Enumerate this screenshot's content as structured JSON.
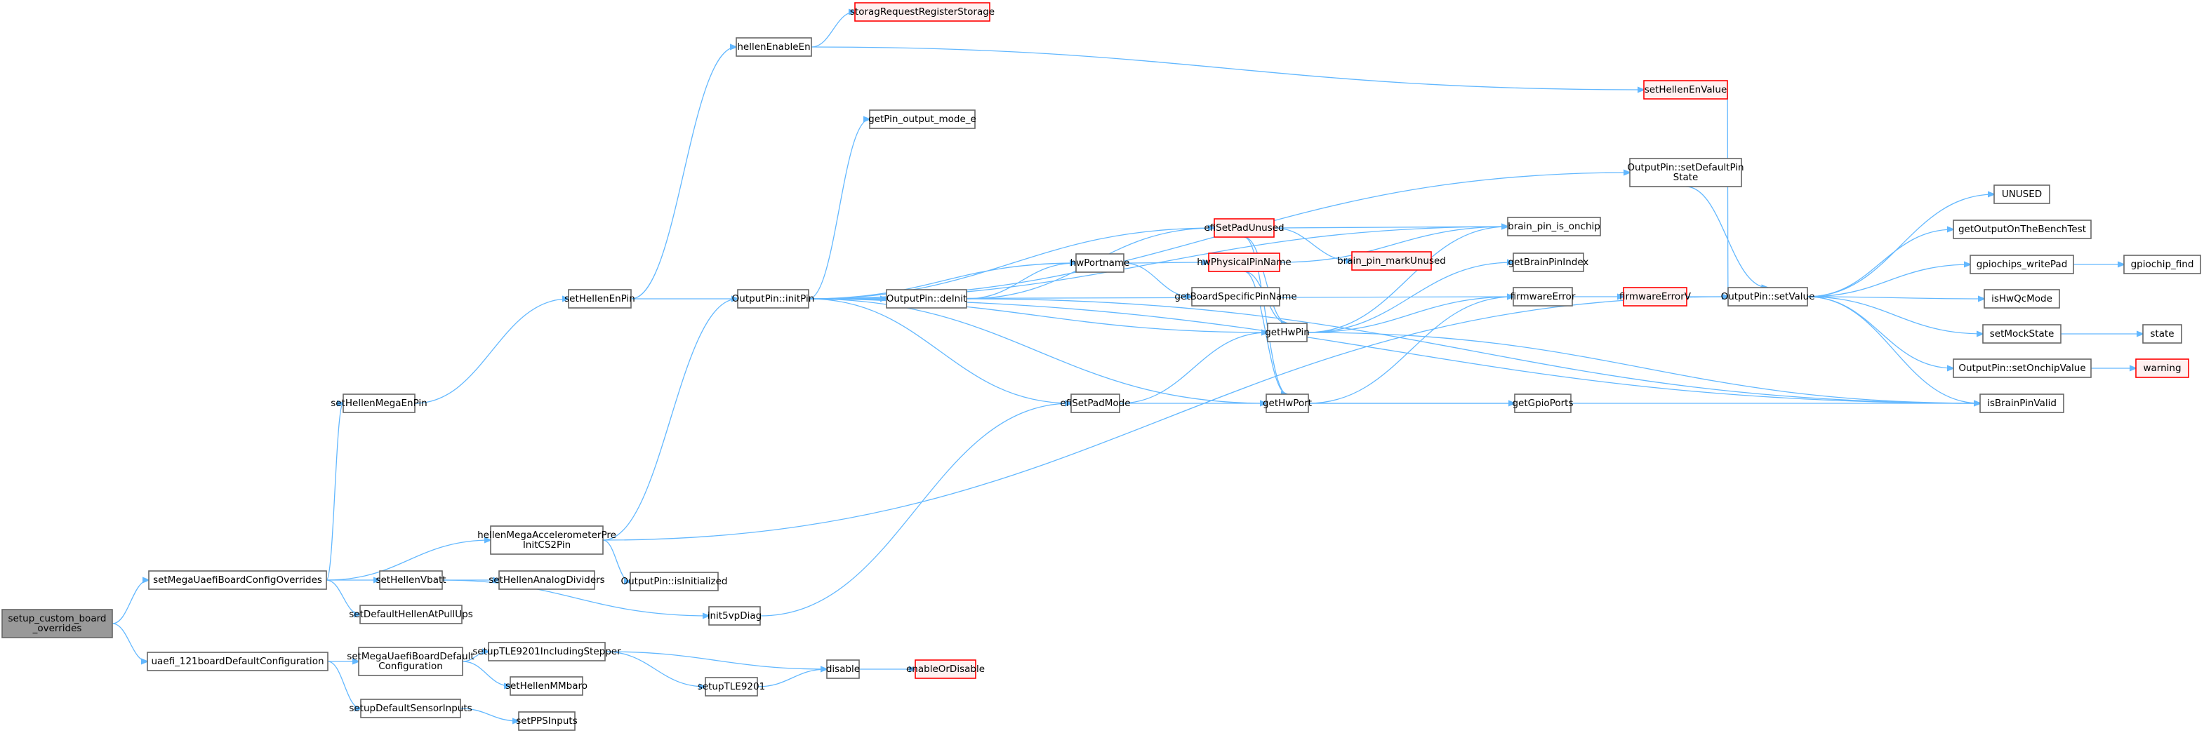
{
  "graph": {
    "type": "call-graph",
    "colors": {
      "edge": "#63b8ff",
      "root_fill": "#999999",
      "normal_fill": "#ffffff",
      "normal_border": "#666666",
      "missing_fill": "#fff0f0",
      "missing_border": "#ff0000"
    },
    "nodes": [
      {
        "id": "setup_custom_board_overrides",
        "label": [
          "setup_custom_board",
          "_overrides"
        ],
        "style": "root"
      },
      {
        "id": "setMegaUaefiBoardConfigOverrides",
        "label": [
          "setMegaUaefiBoardConfigOverrides"
        ],
        "style": "normal"
      },
      {
        "id": "uaefi_121boardDefaultConfiguration",
        "label": [
          "uaefi_121boardDefaultConfiguration"
        ],
        "style": "normal"
      },
      {
        "id": "setHellenMegaEnPin",
        "label": [
          "setHellenMegaEnPin"
        ],
        "style": "normal"
      },
      {
        "id": "hellenMegaAccelerometerPreInitCS2Pin",
        "label": [
          "hellenMegaAccelerometerPre",
          "InitCS2Pin"
        ],
        "style": "normal"
      },
      {
        "id": "setHellenVbatt",
        "label": [
          "setHellenVbatt"
        ],
        "style": "normal"
      },
      {
        "id": "setDefaultHellenAtPullUps",
        "label": [
          "setDefaultHellenAtPullUps"
        ],
        "style": "normal"
      },
      {
        "id": "setMegaUaefiBoardDefaultConfiguration",
        "label": [
          "setMegaUaefiBoardDefault",
          "Configuration"
        ],
        "style": "normal"
      },
      {
        "id": "setupDefaultSensorInputs",
        "label": [
          "setupDefaultSensorInputs"
        ],
        "style": "normal"
      },
      {
        "id": "setHellenEnPin",
        "label": [
          "setHellenEnPin"
        ],
        "style": "normal"
      },
      {
        "id": "hellenEnableEn",
        "label": [
          "hellenEnableEn"
        ],
        "style": "normal"
      },
      {
        "id": "OutputPin_initPin",
        "label": [
          "OutputPin::initPin"
        ],
        "style": "normal"
      },
      {
        "id": "setHellenAnalogDividers",
        "label": [
          "setHellenAnalogDividers"
        ],
        "style": "normal"
      },
      {
        "id": "OutputPin_isInitialized",
        "label": [
          "OutputPin::isInitialized"
        ],
        "style": "normal"
      },
      {
        "id": "init5vpDiag",
        "label": [
          "init5vpDiag"
        ],
        "style": "normal"
      },
      {
        "id": "setupTLE9201IncludingStepper",
        "label": [
          "setupTLE9201IncludingStepper"
        ],
        "style": "normal"
      },
      {
        "id": "setHellenMMbaro",
        "label": [
          "setHellenMMbaro"
        ],
        "style": "normal"
      },
      {
        "id": "setPPSInputs",
        "label": [
          "setPPSInputs"
        ],
        "style": "normal"
      },
      {
        "id": "storagRequestRegisterStorage",
        "label": [
          "storagRequestRegisterStorage"
        ],
        "style": "missing"
      },
      {
        "id": "getPin_output_mode_e",
        "label": [
          "getPin_output_mode_e"
        ],
        "style": "normal"
      },
      {
        "id": "OutputPin_deInit",
        "label": [
          "OutputPin::deInit"
        ],
        "style": "normal"
      },
      {
        "id": "efiSetPadMode",
        "label": [
          "efiSetPadMode"
        ],
        "style": "normal"
      },
      {
        "id": "setupTLE9201",
        "label": [
          "setupTLE9201"
        ],
        "style": "normal"
      },
      {
        "id": "disable",
        "label": [
          "disable"
        ],
        "style": "normal"
      },
      {
        "id": "enableOrDisable",
        "label": [
          "enableOrDisable"
        ],
        "style": "missing"
      },
      {
        "id": "hwPortname",
        "label": [
          "hwPortname"
        ],
        "style": "normal"
      },
      {
        "id": "efiSetPadUnused",
        "label": [
          "efiSetPadUnused"
        ],
        "style": "missing"
      },
      {
        "id": "hwPhysicalPinName",
        "label": [
          "hwPhysicalPinName"
        ],
        "style": "missing"
      },
      {
        "id": "getBoardSpecificPinName",
        "label": [
          "getBoardSpecificPinName"
        ],
        "style": "normal"
      },
      {
        "id": "brain_pin_markUnused",
        "label": [
          "brain_pin_markUnused"
        ],
        "style": "missing"
      },
      {
        "id": "getHwPin",
        "label": [
          "getHwPin"
        ],
        "style": "normal"
      },
      {
        "id": "getHwPort",
        "label": [
          "getHwPort"
        ],
        "style": "normal"
      },
      {
        "id": "brain_pin_is_onchip",
        "label": [
          "brain_pin_is_onchip"
        ],
        "style": "normal"
      },
      {
        "id": "getBrainPinIndex",
        "label": [
          "getBrainPinIndex"
        ],
        "style": "normal"
      },
      {
        "id": "firmwareError",
        "label": [
          "firmwareError"
        ],
        "style": "normal"
      },
      {
        "id": "getGpioPorts",
        "label": [
          "getGpioPorts"
        ],
        "style": "normal"
      },
      {
        "id": "setHellenEnValue",
        "label": [
          "setHellenEnValue"
        ],
        "style": "missing"
      },
      {
        "id": "OutputPin_setDefaultPinState",
        "label": [
          "OutputPin::setDefaultPin",
          "State"
        ],
        "style": "normal"
      },
      {
        "id": "firmwareErrorV",
        "label": [
          "firmwareErrorV"
        ],
        "style": "missing"
      },
      {
        "id": "OutputPin_setValue",
        "label": [
          "OutputPin::setValue"
        ],
        "style": "normal"
      },
      {
        "id": "UNUSED",
        "label": [
          "UNUSED"
        ],
        "style": "normal"
      },
      {
        "id": "getOutputOnTheBenchTest",
        "label": [
          "getOutputOnTheBenchTest"
        ],
        "style": "normal"
      },
      {
        "id": "gpiochips_writePad",
        "label": [
          "gpiochips_writePad"
        ],
        "style": "normal"
      },
      {
        "id": "gpiochip_find",
        "label": [
          "gpiochip_find"
        ],
        "style": "normal"
      },
      {
        "id": "isHwQcMode",
        "label": [
          "isHwQcMode"
        ],
        "style": "normal"
      },
      {
        "id": "setMockState",
        "label": [
          "setMockState"
        ],
        "style": "normal"
      },
      {
        "id": "state",
        "label": [
          "state"
        ],
        "style": "normal"
      },
      {
        "id": "OutputPin_setOnchipValue",
        "label": [
          "OutputPin::setOnchipValue"
        ],
        "style": "normal"
      },
      {
        "id": "warning",
        "label": [
          "warning"
        ],
        "style": "missing"
      },
      {
        "id": "isBrainPinValid",
        "label": [
          "isBrainPinValid"
        ],
        "style": "normal"
      }
    ],
    "edges": [
      [
        "setup_custom_board_overrides",
        "setMegaUaefiBoardConfigOverrides"
      ],
      [
        "setup_custom_board_overrides",
        "uaefi_121boardDefaultConfiguration"
      ],
      [
        "setMegaUaefiBoardConfigOverrides",
        "setHellenMegaEnPin"
      ],
      [
        "setMegaUaefiBoardConfigOverrides",
        "hellenMegaAccelerometerPreInitCS2Pin"
      ],
      [
        "setMegaUaefiBoardConfigOverrides",
        "setHellenVbatt"
      ],
      [
        "setMegaUaefiBoardConfigOverrides",
        "setDefaultHellenAtPullUps"
      ],
      [
        "uaefi_121boardDefaultConfiguration",
        "setMegaUaefiBoardDefaultConfiguration"
      ],
      [
        "uaefi_121boardDefaultConfiguration",
        "setupDefaultSensorInputs"
      ],
      [
        "setHellenMegaEnPin",
        "setHellenEnPin"
      ],
      [
        "setHellenEnPin",
        "hellenEnableEn"
      ],
      [
        "setHellenEnPin",
        "OutputPin_initPin"
      ],
      [
        "hellenEnableEn",
        "storagRequestRegisterStorage"
      ],
      [
        "hellenEnableEn",
        "setHellenEnValue"
      ],
      [
        "hellenMegaAccelerometerPreInitCS2Pin",
        "OutputPin_initPin"
      ],
      [
        "hellenMegaAccelerometerPreInitCS2Pin",
        "OutputPin_isInitialized"
      ],
      [
        "hellenMegaAccelerometerPreInitCS2Pin",
        "OutputPin_setValue"
      ],
      [
        "setHellenVbatt",
        "setHellenAnalogDividers"
      ],
      [
        "setHellenVbatt",
        "init5vpDiag"
      ],
      [
        "init5vpDiag",
        "efiSetPadMode"
      ],
      [
        "setMegaUaefiBoardDefaultConfiguration",
        "setupTLE9201IncludingStepper"
      ],
      [
        "setMegaUaefiBoardDefaultConfiguration",
        "setHellenMMbaro"
      ],
      [
        "setupDefaultSensorInputs",
        "setPPSInputs"
      ],
      [
        "setupTLE9201IncludingStepper",
        "setupTLE9201"
      ],
      [
        "setupTLE9201IncludingStepper",
        "disable"
      ],
      [
        "setupTLE9201",
        "disable"
      ],
      [
        "disable",
        "enableOrDisable"
      ],
      [
        "OutputPin_initPin",
        "getPin_output_mode_e"
      ],
      [
        "OutputPin_initPin",
        "OutputPin_setDefaultPinState"
      ],
      [
        "OutputPin_initPin",
        "brain_pin_is_onchip"
      ],
      [
        "OutputPin_initPin",
        "firmwareError"
      ],
      [
        "OutputPin_initPin",
        "efiSetPadUnused"
      ],
      [
        "OutputPin_initPin",
        "hwPortname"
      ],
      [
        "OutputPin_initPin",
        "OutputPin_deInit"
      ],
      [
        "OutputPin_initPin",
        "getHwPin"
      ],
      [
        "OutputPin_initPin",
        "efiSetPadMode"
      ],
      [
        "OutputPin_initPin",
        "getHwPort"
      ],
      [
        "OutputPin_initPin",
        "isBrainPinValid"
      ],
      [
        "OutputPin_deInit",
        "efiSetPadUnused"
      ],
      [
        "OutputPin_deInit",
        "hwPortname"
      ],
      [
        "OutputPin_deInit",
        "isBrainPinValid"
      ],
      [
        "hwPortname",
        "hwPhysicalPinName"
      ],
      [
        "hwPortname",
        "getBoardSpecificPinName"
      ],
      [
        "efiSetPadUnused",
        "brain_pin_is_onchip"
      ],
      [
        "efiSetPadUnused",
        "brain_pin_markUnused"
      ],
      [
        "efiSetPadUnused",
        "getHwPin"
      ],
      [
        "efiSetPadUnused",
        "getHwPort"
      ],
      [
        "hwPhysicalPinName",
        "brain_pin_is_onchip"
      ],
      [
        "hwPhysicalPinName",
        "getHwPin"
      ],
      [
        "hwPhysicalPinName",
        "getHwPort"
      ],
      [
        "efiSetPadMode",
        "getHwPin"
      ],
      [
        "efiSetPadMode",
        "getHwPort"
      ],
      [
        "getHwPin",
        "brain_pin_is_onchip"
      ],
      [
        "getHwPin",
        "getBrainPinIndex"
      ],
      [
        "getHwPin",
        "firmwareError"
      ],
      [
        "getHwPin",
        "isBrainPinValid"
      ],
      [
        "getHwPort",
        "firmwareError"
      ],
      [
        "getHwPort",
        "getGpioPorts"
      ],
      [
        "getHwPort",
        "isBrainPinValid"
      ],
      [
        "firmwareError",
        "firmwareErrorV"
      ],
      [
        "firmwareErrorV",
        "OutputPin_setValue"
      ],
      [
        "setHellenEnValue",
        "OutputPin_setValue"
      ],
      [
        "OutputPin_setDefaultPinState",
        "OutputPin_setValue"
      ],
      [
        "OutputPin_setValue",
        "UNUSED"
      ],
      [
        "OutputPin_setValue",
        "getOutputOnTheBenchTest"
      ],
      [
        "OutputPin_setValue",
        "gpiochips_writePad"
      ],
      [
        "OutputPin_setValue",
        "isHwQcMode"
      ],
      [
        "OutputPin_setValue",
        "setMockState"
      ],
      [
        "OutputPin_setValue",
        "OutputPin_setOnchipValue"
      ],
      [
        "OutputPin_setValue",
        "isBrainPinValid"
      ],
      [
        "gpiochips_writePad",
        "gpiochip_find"
      ],
      [
        "setMockState",
        "state"
      ],
      [
        "OutputPin_setOnchipValue",
        "warning"
      ]
    ]
  }
}
